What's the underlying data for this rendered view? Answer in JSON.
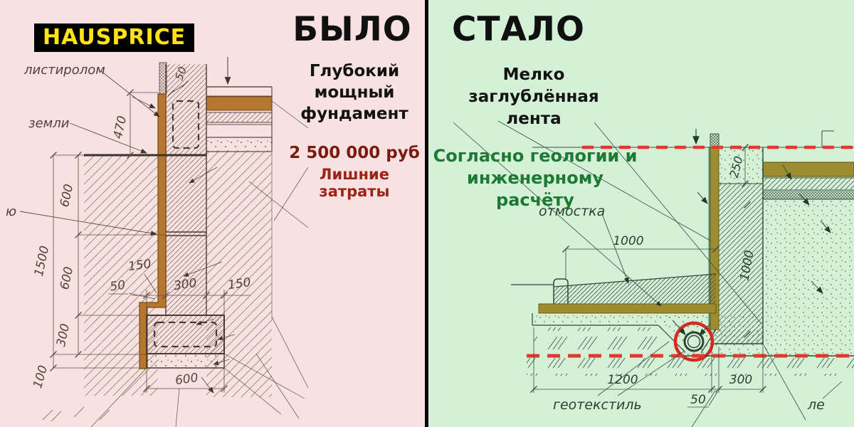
{
  "left": {
    "brand": "HAUSPRICE",
    "title": "БЫЛО",
    "desc": "Глубокий\nмощный\nфундамент",
    "price": "2 500 000 руб",
    "price_note": "Лишние затраты",
    "annotations": {
      "polystyrene": "листиролом",
      "ground": "земли",
      "edge_cut": "ю"
    },
    "dims": {
      "insulation_top": "50",
      "wall_top_offset": "470",
      "depth_upper": "600",
      "depth_total": "1500",
      "depth_lower": "600",
      "footing_height": "300",
      "lean_height": "100",
      "overhang_left": "150",
      "insulation_side": "50",
      "wall_width": "300",
      "overhang_right": "150",
      "footing_width": "600"
    }
  },
  "right": {
    "title": "СТАЛО",
    "desc": "Мелко\nзаглублённая\nлента",
    "note": "Согласно геологии и\nинженерному расчёту",
    "annotations": {
      "blind_area": "отмостка",
      "geotextile": "геотекстиль",
      "tape_cut": "ле"
    },
    "dims": {
      "plinth_height": "250",
      "wall_depth": "1000",
      "blind_width": "1000",
      "cushion_width": "1200",
      "wall_width": "300",
      "drain_gap": "50"
    }
  },
  "colors": {
    "left_bg": "#f8e2e1",
    "right_bg": "#d4f1d8",
    "divider": "#050505",
    "brand_bg": "#000000",
    "brand_fg": "#ffe312",
    "title_fg": "#101010",
    "price_fg": "#7c1a0f",
    "price_note_fg": "#9c2316",
    "green_note_fg": "#1d7a33",
    "left_line": "#5f4c44",
    "right_line": "#33503c",
    "wood_brown": "#b5762f",
    "olive": "#9e8d30",
    "red_dash": "#e2392b",
    "red_circle": "#d62b1f"
  }
}
